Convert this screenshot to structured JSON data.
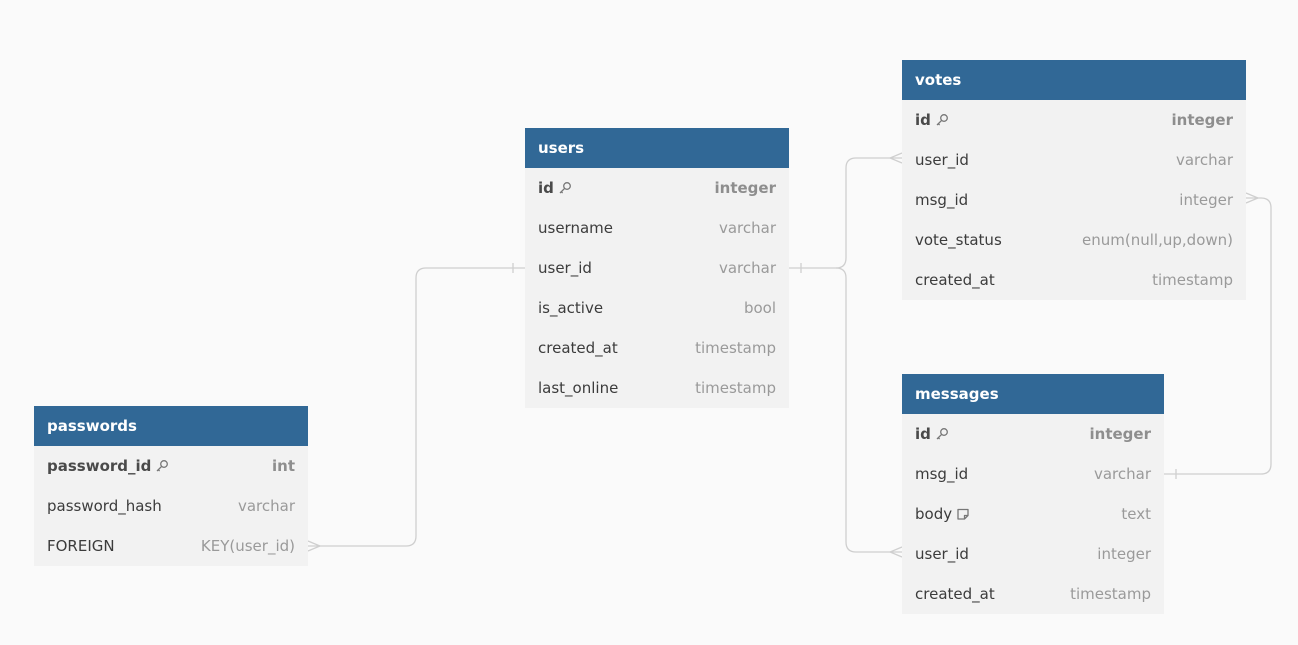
{
  "colors": {
    "header_bg": "#316896",
    "header_text": "#ffffff",
    "body_bg": "#f2f2f2",
    "connector": "#cfcfcf",
    "canvas": "#fafafa"
  },
  "tables": {
    "passwords": {
      "name": "passwords",
      "rows": [
        {
          "name": "password_id",
          "type": "int",
          "pk": true,
          "icon": "key-icon"
        },
        {
          "name": "password_hash",
          "type": "varchar"
        },
        {
          "name": "FOREIGN",
          "type": "KEY(user_id)"
        }
      ]
    },
    "users": {
      "name": "users",
      "rows": [
        {
          "name": "id",
          "type": "integer",
          "pk": true,
          "icon": "key-icon"
        },
        {
          "name": "username",
          "type": "varchar"
        },
        {
          "name": "user_id",
          "type": "varchar"
        },
        {
          "name": "is_active",
          "type": "bool"
        },
        {
          "name": "created_at",
          "type": "timestamp"
        },
        {
          "name": "last_online",
          "type": "timestamp"
        }
      ]
    },
    "votes": {
      "name": "votes",
      "rows": [
        {
          "name": "id",
          "type": "integer",
          "pk": true,
          "icon": "key-icon"
        },
        {
          "name": "user_id",
          "type": "varchar"
        },
        {
          "name": "msg_id",
          "type": "integer"
        },
        {
          "name": "vote_status",
          "type": "enum(null,up,down)"
        },
        {
          "name": "created_at",
          "type": "timestamp"
        }
      ]
    },
    "messages": {
      "name": "messages",
      "rows": [
        {
          "name": "id",
          "type": "integer",
          "pk": true,
          "icon": "key-icon"
        },
        {
          "name": "msg_id",
          "type": "varchar"
        },
        {
          "name": "body",
          "type": "text",
          "icon": "note-icon"
        },
        {
          "name": "user_id",
          "type": "integer"
        },
        {
          "name": "created_at",
          "type": "timestamp"
        }
      ]
    }
  }
}
